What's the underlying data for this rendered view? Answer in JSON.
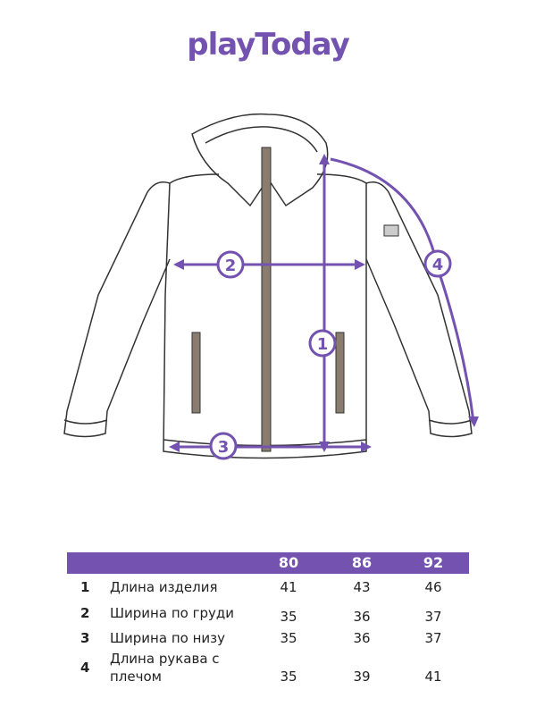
{
  "brand": {
    "logo": "playToday",
    "color": "#7452b0"
  },
  "markers": [
    "1",
    "2",
    "3",
    "4"
  ],
  "table": {
    "sizes": [
      "80",
      "86",
      "92"
    ],
    "rows": [
      {
        "num": "1",
        "label": "Длина изделия",
        "values": [
          "41",
          "43",
          "46"
        ]
      },
      {
        "num": "2",
        "label": "Ширина по груди",
        "values": [
          "35",
          "36",
          "37"
        ]
      },
      {
        "num": "3",
        "label": "Ширина по низу",
        "values": [
          "35",
          "36",
          "37"
        ]
      },
      {
        "num": "4",
        "label_line1": "Длина рукава с",
        "label_line2": "плечом",
        "values": [
          "35",
          "39",
          "41"
        ]
      }
    ]
  }
}
